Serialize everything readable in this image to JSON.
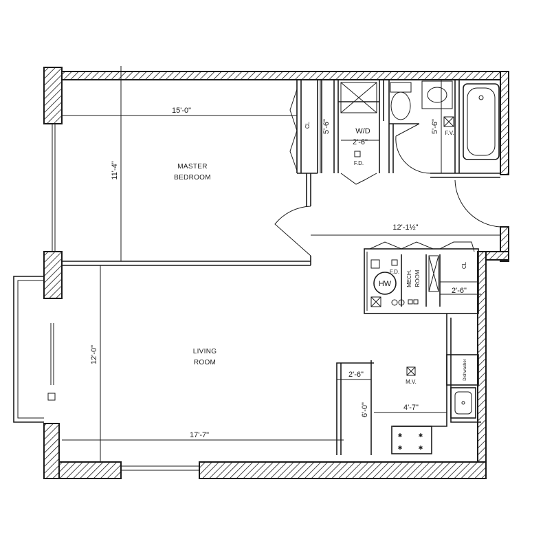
{
  "rooms": {
    "master_bedroom_line1": "MASTER",
    "master_bedroom_line2": "BEDROOM",
    "living_room_line1": "LIVING",
    "living_room_line2": "ROOM",
    "mech_room_line1": "MECH.",
    "mech_room_line2": "ROOM",
    "wd": "W/D"
  },
  "dimensions": {
    "bedroom_width": "15'-0\"",
    "bedroom_depth": "11'-4\"",
    "closet_depth": "5'-6\"",
    "wd_width": "2'-6\"",
    "bath_depth": "5'-6\"",
    "hall_length": "12'-1½\"",
    "closet2_width": "2'-6\"",
    "living_depth": "12'-0\"",
    "living_width": "17'-7\"",
    "counter_width": "2'-6\"",
    "kitchen_depth": "6'-0\"",
    "kitchen_width": "4'-7\""
  },
  "labels": {
    "cl_bedroom": "CL",
    "cl_hall": "CL",
    "fd_wd": "F.D.",
    "fd_mech": "F.D.",
    "fv": "F.V.",
    "mv": "M.V.",
    "hw": "HW",
    "dishwasher": "Dishwasher"
  }
}
